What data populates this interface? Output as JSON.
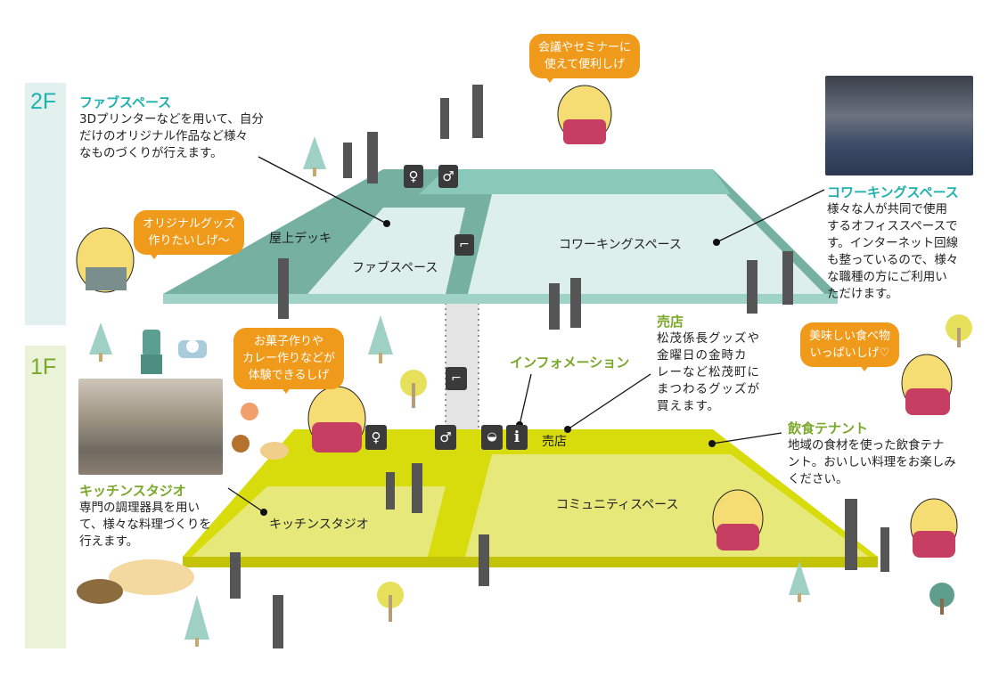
{
  "floors": {
    "f2": "2F",
    "f1": "1F"
  },
  "colors": {
    "teal": "#1fb2ae",
    "green": "#7aa82a",
    "bubble": "#ef9a1a",
    "floor2": "#75b0a0",
    "floor1": "#d8dc0c"
  },
  "callouts": {
    "fab": {
      "title": "ファブスペース",
      "desc": "3Dプリンターなどを用いて、自分\nだけのオリジナル作品など様々\nなものづくりが行えます。"
    },
    "coworking": {
      "title": "コワーキングスペース",
      "desc": "様々な人が共同で使用\nするオフィススペースで\nす。インターネット回線\nも整っているので、様々\nな職種の方にご利用い\nただけます。"
    },
    "shop": {
      "title": "売店",
      "desc": "松茂係長グッズや\n金曜日の金時カ\nレーなど松茂町に\nまつわるグッズが\n買えます。"
    },
    "info": {
      "title": "インフォメーション"
    },
    "restaurant": {
      "title": "飲食テナント",
      "desc": "地域の食材を使った飲食テナ\nント。おいしい料理をお楽しみ\nください。"
    },
    "kitchen": {
      "title": "キッチンスタジオ",
      "desc": "専門の調理器具を用い\nて、様々な料理づくりを\n行えます。"
    }
  },
  "bubbles": {
    "meeting": "会議やセミナーに\n使えて便利しげ",
    "goods": "オリジナルグッズ\n作りたいしげ〜",
    "sweets": "お菓子作りや\nカレー作りなどが\n体験できるしげ",
    "food": "美味しい食べ物\nいっぱいしげ♡"
  },
  "map_labels": {
    "rooftop": "屋上デッキ",
    "fab": "ファブスペース",
    "coworking": "コワーキングスペース",
    "shop": "売店",
    "kitchen": "キッチンスタジオ",
    "community": "コミュニティスペース"
  },
  "icons": [
    "restroom-women-icon",
    "restroom-men-icon",
    "stairs-icon",
    "baby-changing-icon",
    "information-icon"
  ]
}
